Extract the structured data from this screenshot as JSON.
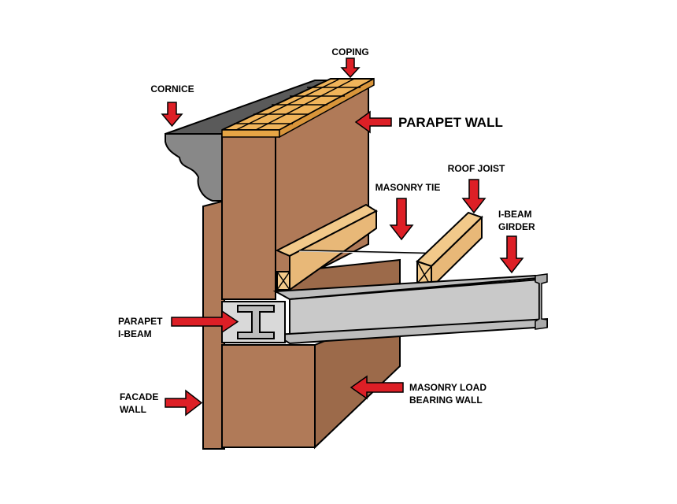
{
  "labels": {
    "coping": "COPING",
    "cornice": "CORNICE",
    "parapet_wall": "PARAPET WALL",
    "roof_joist": "ROOF JOIST",
    "masonry_tie": "MASONRY TIE",
    "ibeam_girder_line1": "I-BEAM",
    "ibeam_girder_line2": "GIRDER",
    "parapet_ibeam_line1": "PARAPET",
    "parapet_ibeam_line2": "I-BEAM",
    "facade_wall_line1": "FACADE",
    "facade_wall_line2": "WALL",
    "masonry_load_line1": "MASONRY LOAD",
    "masonry_load_line2": "BEARING WALL"
  },
  "colors": {
    "brick": "#b07a58",
    "brick_dark": "#9c6a4a",
    "coping": "#f0b45a",
    "cornice": "#7a7a7a",
    "steel": "#c9c9c9",
    "timber": "#f2c98a",
    "arrow": "#dd1f26",
    "outline": "#000000"
  }
}
